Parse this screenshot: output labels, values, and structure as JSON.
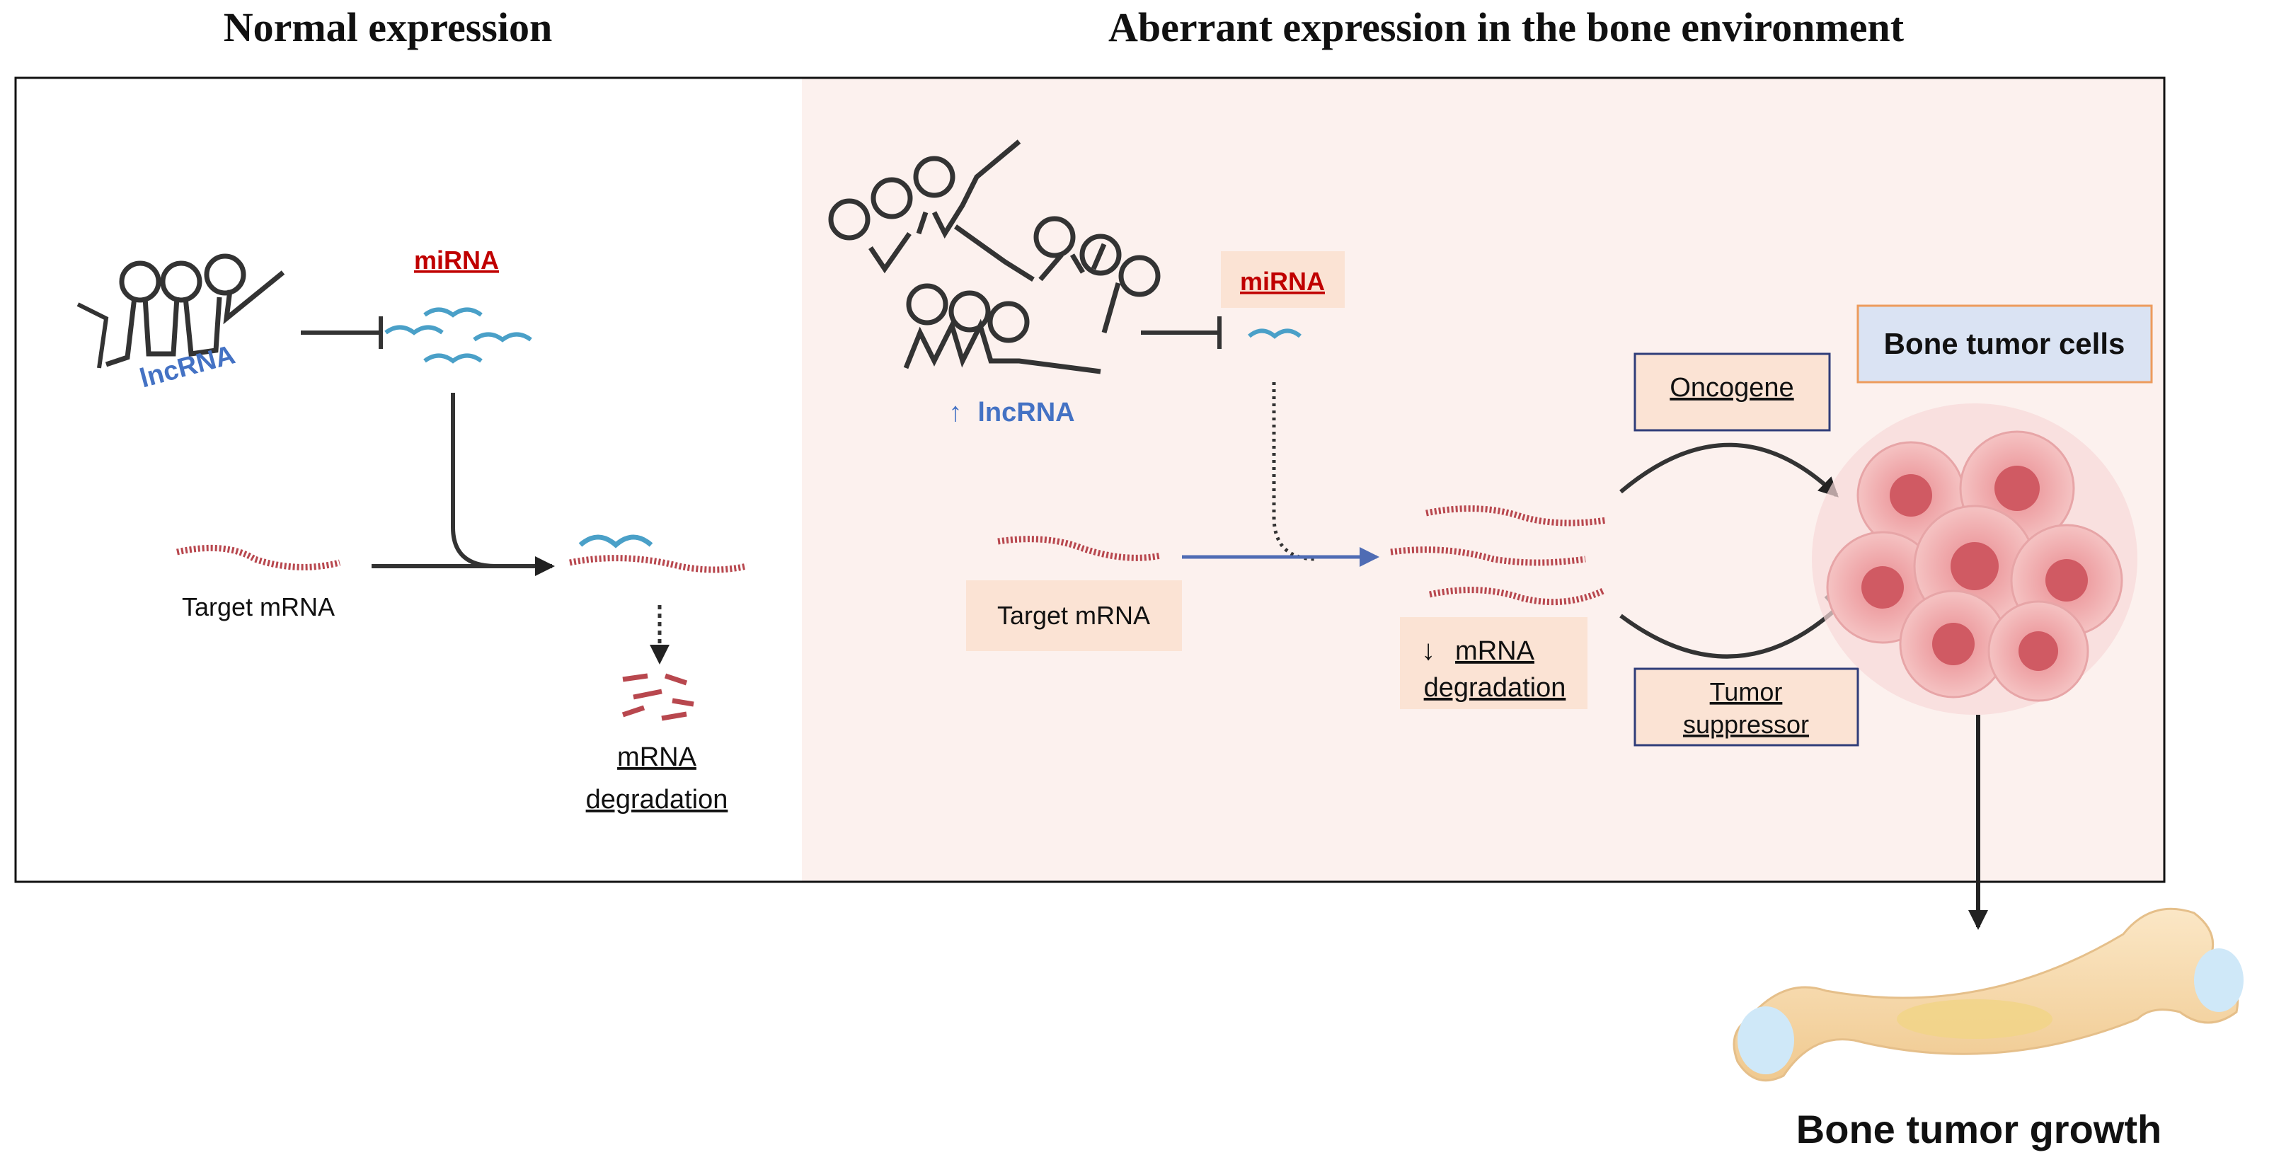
{
  "headings": {
    "normal": "Normal expression",
    "aberrant": "Aberrant expression in the bone environment"
  },
  "normal_panel": {
    "lncrna": "lncRNA",
    "mirna": "miRNA",
    "target_mrna": "Target mRNA",
    "mrna_degradation_1": "mRNA",
    "mrna_degradation_2": "degradation"
  },
  "aberrant_panel": {
    "up_arrow": "↑",
    "lncrna": "lncRNA",
    "mirna": "miRNA",
    "target_mrna": "Target mRNA",
    "down_arrow": "↓",
    "mrna_degradation_1": "mRNA",
    "mrna_degradation_2": "degradation",
    "oncogene": "Oncogene",
    "tumor_suppressor_1": "Tumor",
    "tumor_suppressor_2": "suppressor",
    "bone_tumor_cells": "Bone tumor cells"
  },
  "outcome": "Bone tumor growth",
  "colors": {
    "lncrna_blue": "#4472c4",
    "mirna_red": "#c00000",
    "mirna_strand": "#4aa0c8",
    "mrna_strand": "#b8474e",
    "aberrant_bg": "#fcf1ee",
    "label_box": "#fbe3d4",
    "cells_box": "#dae3f3",
    "flow_arrow": "#4f6cb4"
  }
}
